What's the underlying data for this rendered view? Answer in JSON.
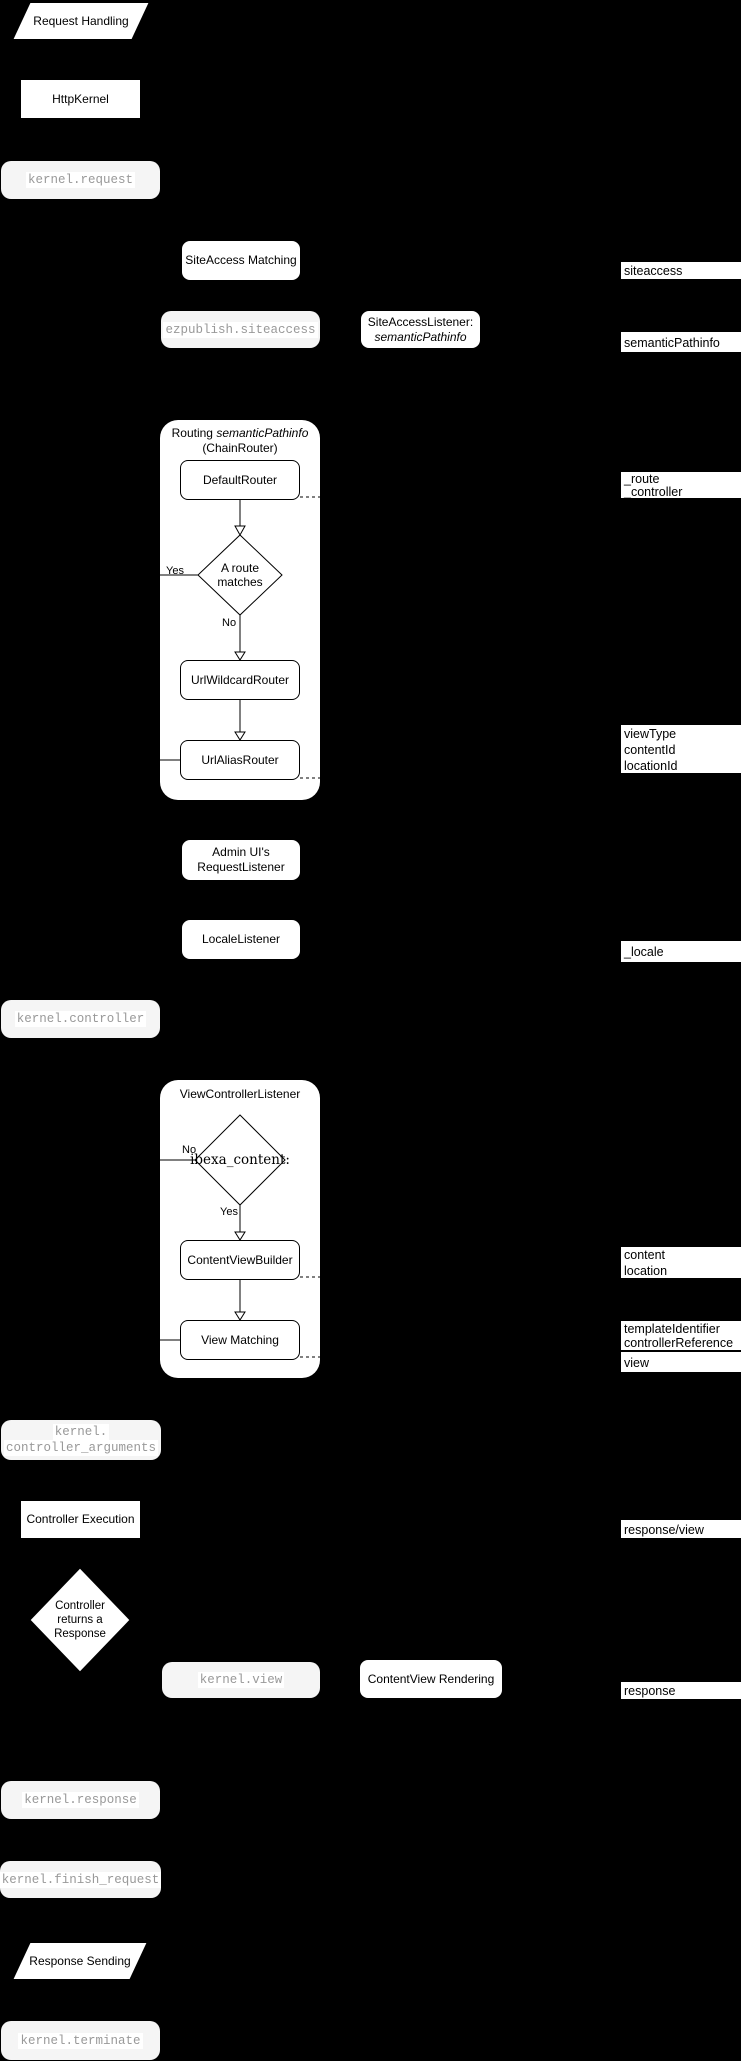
{
  "colors": {
    "background": "#000000",
    "node_fill": "#ffffff",
    "event_fill": "#f5f5f5",
    "event_text": "#999999",
    "stroke": "#000000"
  },
  "nodes": {
    "request_handling": {
      "label": "Request Handling"
    },
    "http_kernel": {
      "label": "HttpKernel"
    },
    "kernel_request": {
      "label": "kernel.request"
    },
    "siteaccess_matching": {
      "label": "SiteAccess Matching"
    },
    "ezpublish_siteaccess": {
      "label": "ezpublish.siteaccess"
    },
    "siteaccess_listener": {
      "line1": "SiteAccessListener:",
      "line2": "semanticPathinfo"
    },
    "routing": {
      "title_prefix": "Routing ",
      "title_italic": "semanticPathinfo",
      "title_line2": "(ChainRouter)"
    },
    "default_router": {
      "label": "DefaultRouter"
    },
    "route_matches": {
      "line1": "A route",
      "line2": "matches",
      "yes": "Yes",
      "no": "No"
    },
    "url_wildcard_router": {
      "label": "UrlWildcardRouter"
    },
    "url_alias_router": {
      "label": "UrlAliasRouter"
    },
    "admin_ui_listener": {
      "line1": "Admin UI's",
      "line2": "RequestListener"
    },
    "locale_listener": {
      "label": "LocaleListener"
    },
    "kernel_controller": {
      "label": "kernel.controller"
    },
    "view_controller_listener": {
      "title": "ViewControllerListener"
    },
    "ibexa_content": {
      "label": "ibexa_content:",
      "yes": "Yes",
      "no": "No"
    },
    "content_view_builder": {
      "label": "ContentViewBuilder"
    },
    "view_matching": {
      "label": "View Matching"
    },
    "kernel_controller_arguments": {
      "line1": "kernel.",
      "line2": "controller_arguments"
    },
    "controller_execution": {
      "label": "Controller Execution"
    },
    "controller_returns": {
      "line1": "Controller",
      "line2": "returns a",
      "line3": "Response"
    },
    "kernel_view": {
      "label": "kernel.view"
    },
    "contentview_rendering": {
      "label": "ContentView Rendering"
    },
    "kernel_response": {
      "label": "kernel.response"
    },
    "kernel_finish_request": {
      "label": "kernel.finish_request"
    },
    "response_sending": {
      "label": "Response Sending"
    },
    "kernel_terminate": {
      "label": "kernel.terminate"
    }
  },
  "side_labels": {
    "siteaccess": "siteaccess",
    "semantic_pathinfo": "semanticPathinfo",
    "route": "_route",
    "controller": "_controller",
    "view_type": "viewType",
    "content_id": "contentId",
    "location_id": "locationId",
    "locale": "_locale",
    "content": "content",
    "location": "location",
    "template_identifier": "templateIdentifier",
    "controller_reference": "controllerReference",
    "view": "view",
    "response_view": "response/view",
    "response": "response"
  }
}
